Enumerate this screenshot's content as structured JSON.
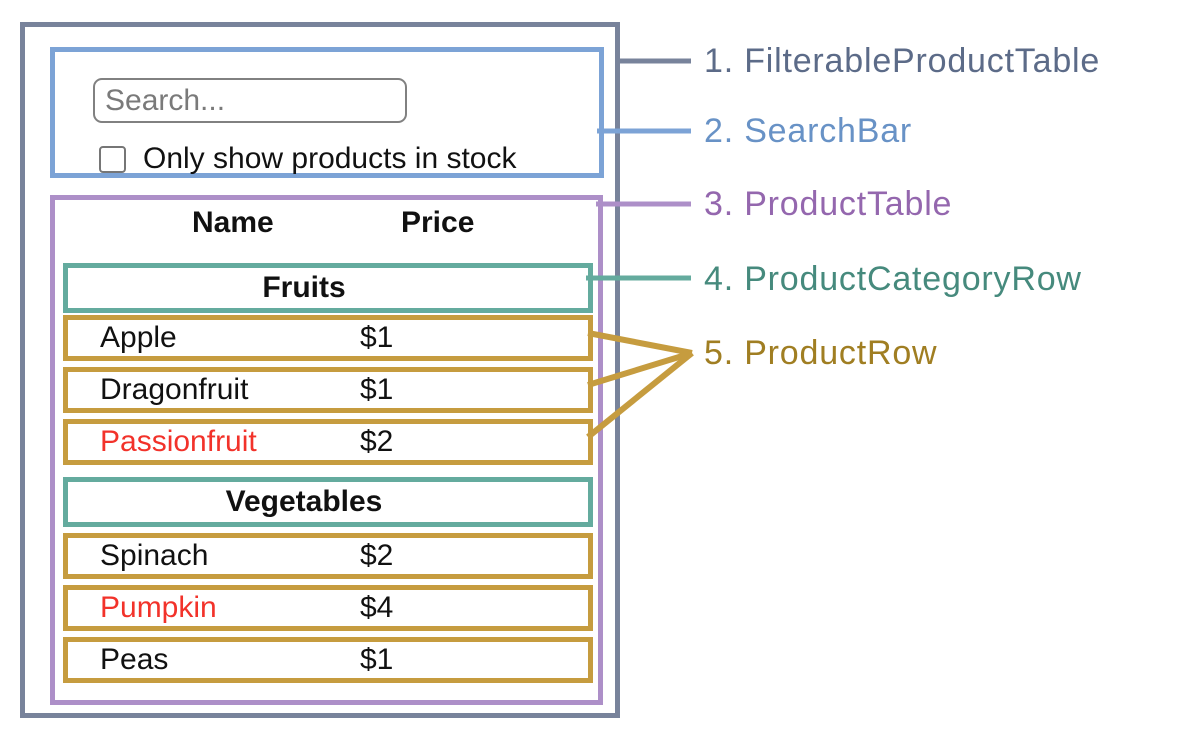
{
  "diagram": {
    "search_bar": {
      "input_placeholder": "Search...",
      "checkbox_checked": false,
      "checkbox_label": "Only show products in stock"
    },
    "table": {
      "headers": {
        "name": "Name",
        "price": "Price"
      },
      "sections": [
        {
          "category": "Fruits",
          "rows": [
            {
              "name": "Apple",
              "price": "$1",
              "name_color": "#111111"
            },
            {
              "name": "Dragonfruit",
              "price": "$1",
              "name_color": "#111111"
            },
            {
              "name": "Passionfruit",
              "price": "$2",
              "name_color": "#F2322A"
            }
          ]
        },
        {
          "category": "Vegetables",
          "rows": [
            {
              "name": "Spinach",
              "price": "$2",
              "name_color": "#111111"
            },
            {
              "name": "Pumpkin",
              "price": "$4",
              "name_color": "#F2322A"
            },
            {
              "name": "Peas",
              "price": "$1",
              "name_color": "#111111"
            }
          ]
        }
      ]
    },
    "legend": [
      {
        "label": "1. FilterableProductTable",
        "color": "#5C6B88"
      },
      {
        "label": "2. SearchBar",
        "color": "#6892C6"
      },
      {
        "label": "3. ProductTable",
        "color": "#9467AE"
      },
      {
        "label": "4. ProductCategoryRow",
        "color": "#468A7D"
      },
      {
        "label": "5. ProductRow",
        "color": "#A07E22"
      }
    ],
    "colors": {
      "filterable_product_table_border": "#78839B",
      "search_bar_border": "#7CA3D6",
      "product_table_border": "#AD8FC8",
      "category_row_border": "#64AB9E",
      "product_row_border": "#C69C3F"
    }
  }
}
